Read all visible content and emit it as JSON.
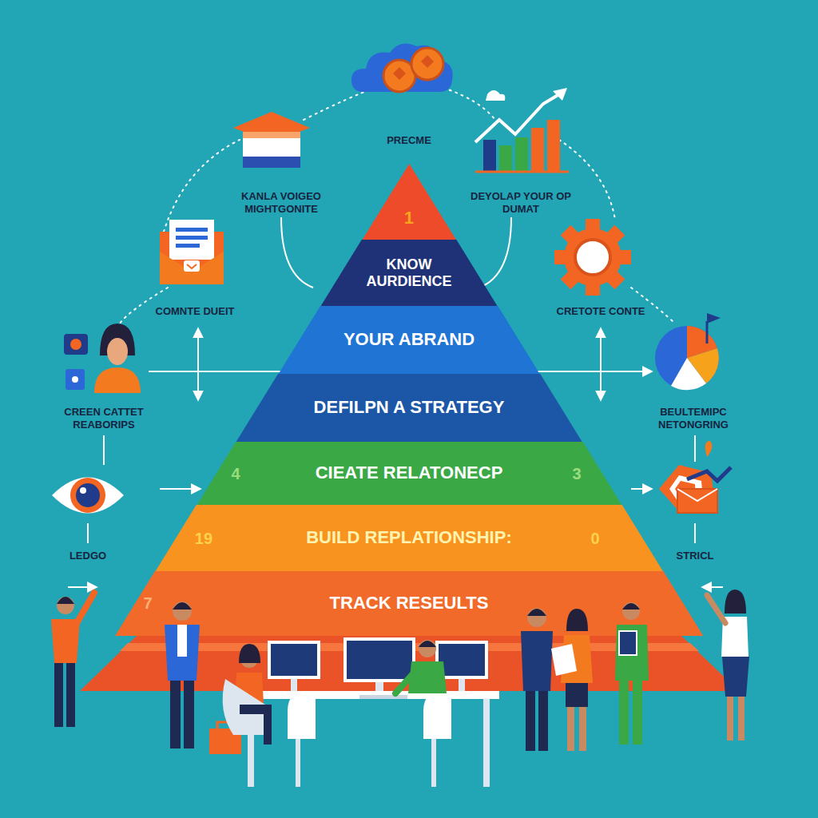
{
  "diagram": {
    "nodes": [
      {
        "text": [
          "1"
        ]
      },
      {
        "text": [
          "KNOW AURDIENCE"
        ]
      },
      {
        "text": [
          "YOUR ABRAND"
        ]
      },
      {
        "text": [
          "DEFILPN A STRATEGY"
        ]
      },
      {
        "text": [
          "CIEATE RELATONECP",
          "4",
          "3"
        ]
      },
      {
        "text": [
          "BUILD REPLATIONSHIP:",
          "19",
          "0"
        ]
      },
      {
        "text": [
          "TRACK RESEULTS",
          "7"
        ]
      }
    ],
    "labels": [
      "PRECME",
      "KANLA VOIGEO MIGHTGONITE",
      "DEYOLAP YOUR OP DUMAT",
      "COMNTE DUEIT",
      "CRETOTE CONTE",
      "CREEN CATTET REABORIPS",
      "BEULTEMIPC NETONGRING",
      "LEDGO",
      "STRICL"
    ]
  }
}
